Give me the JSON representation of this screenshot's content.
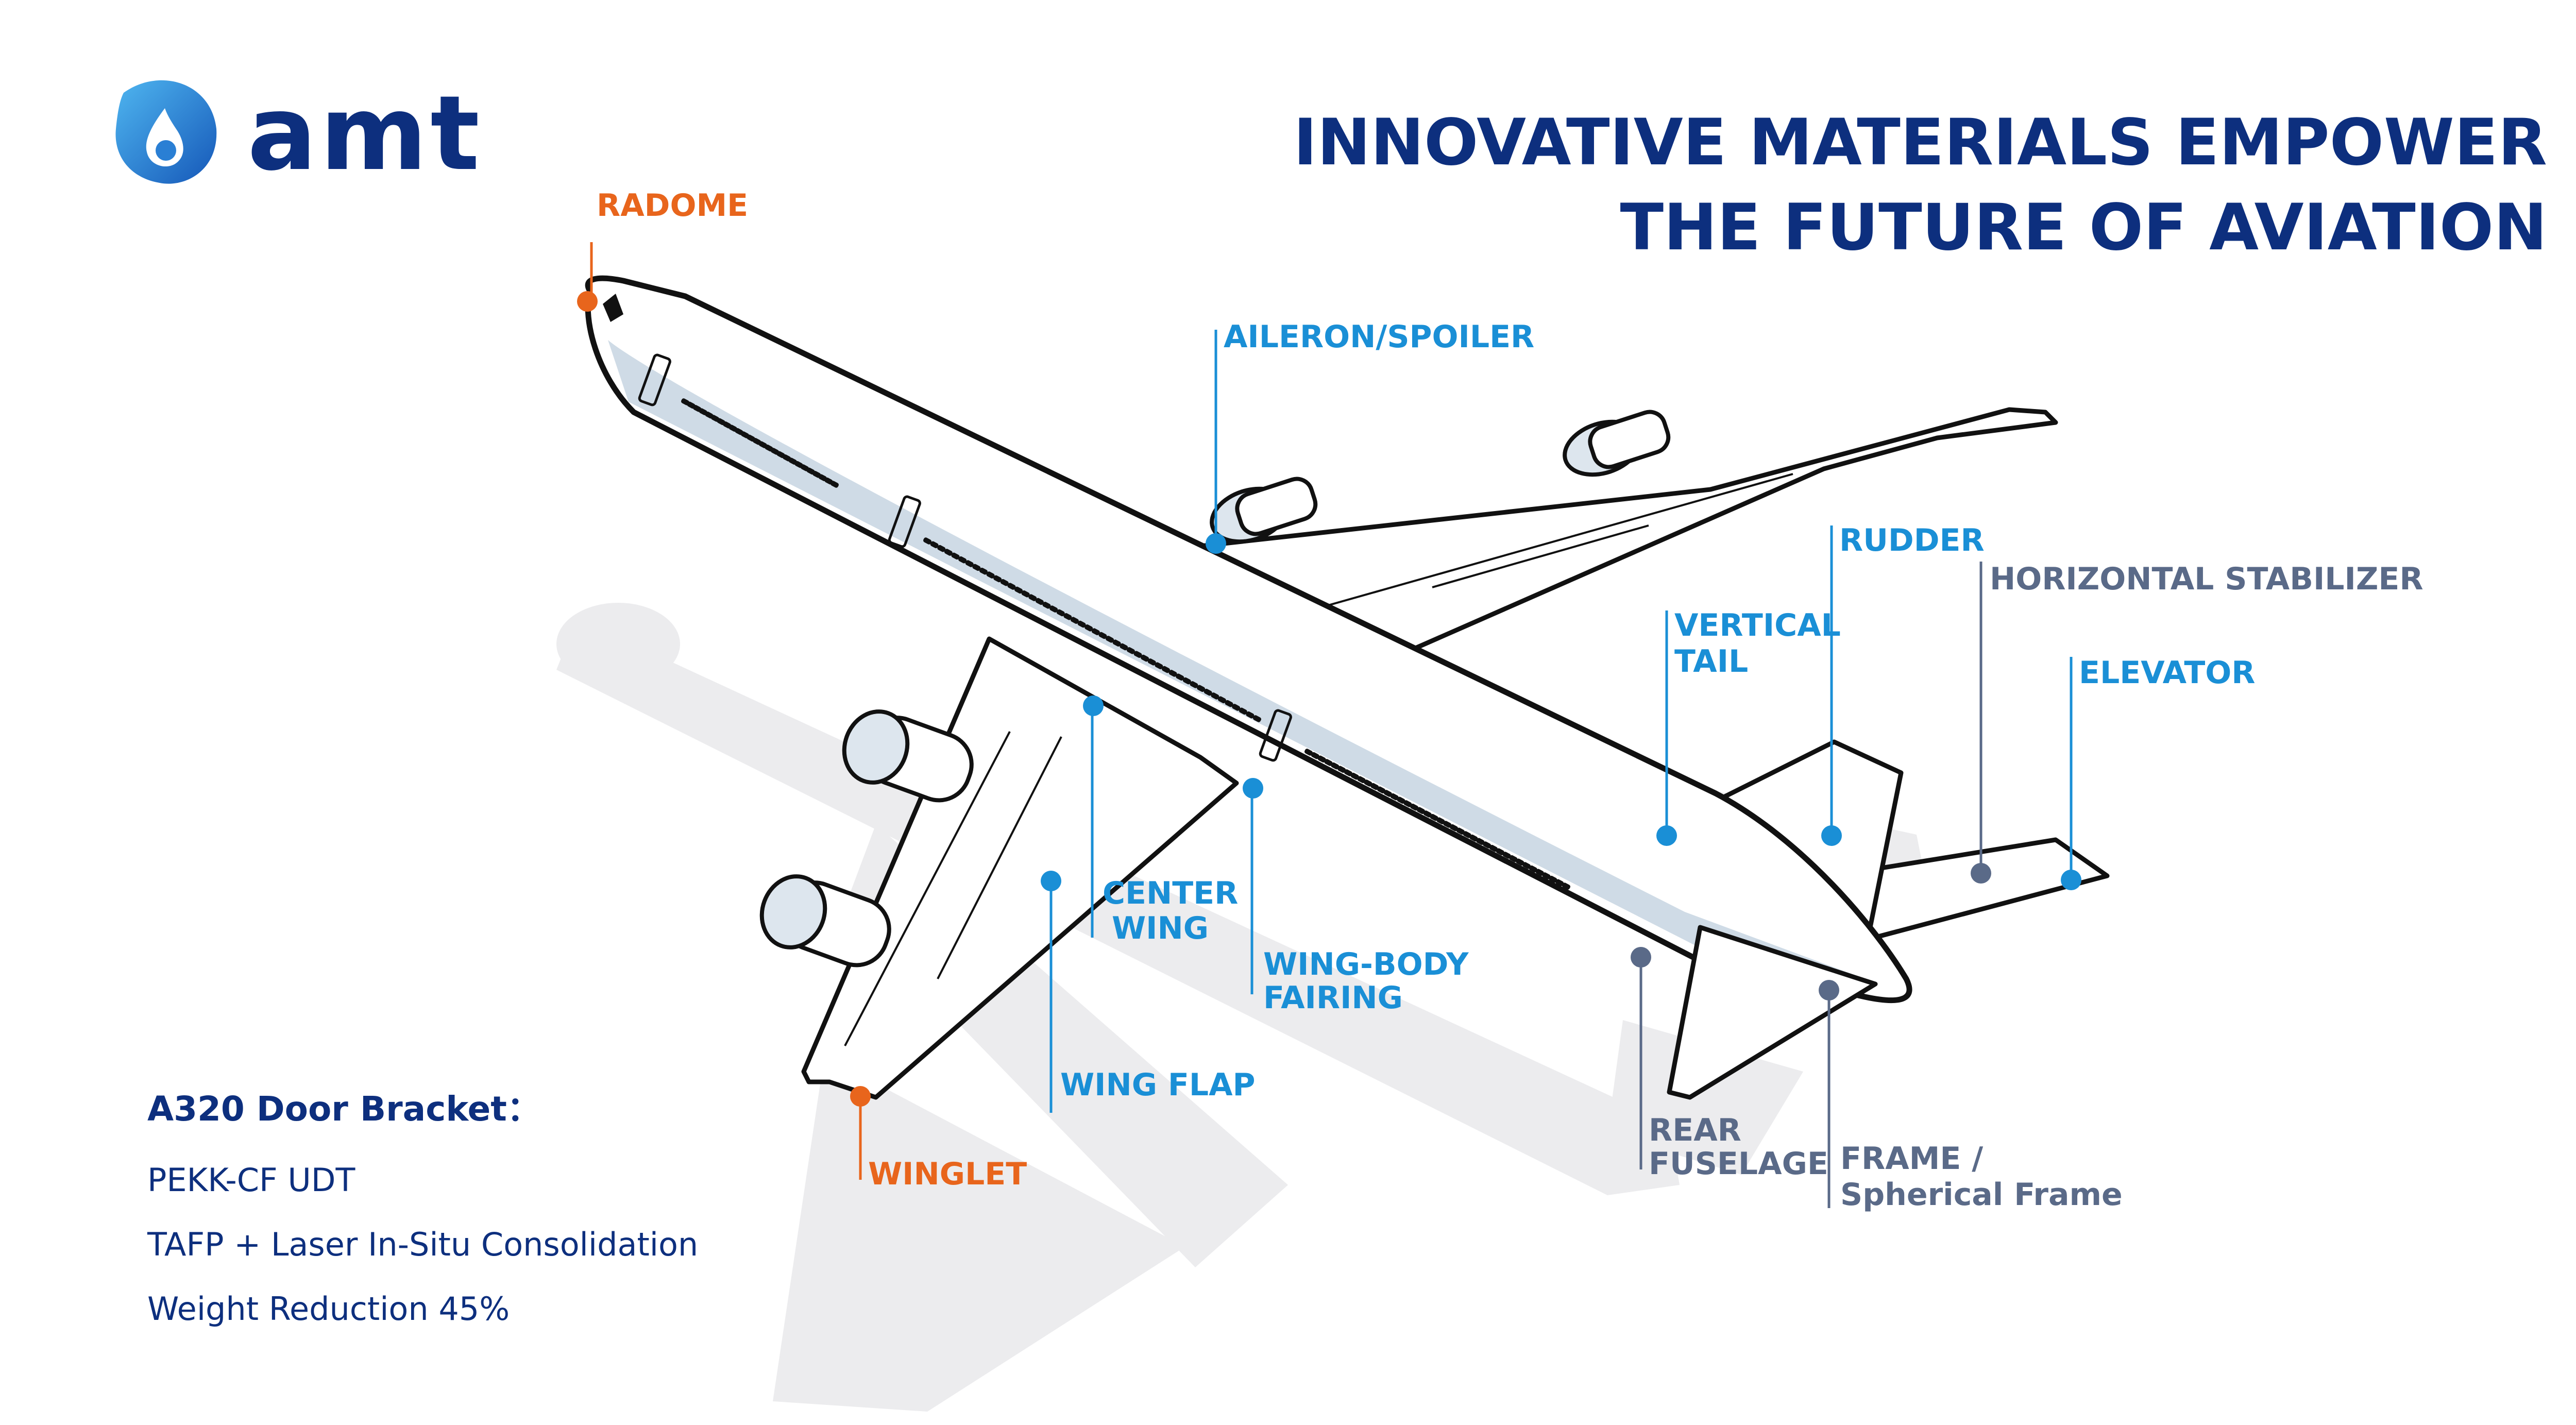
{
  "brand": {
    "name": "amt",
    "colors": {
      "navy": "#0d2f7e",
      "blue": "#1a8fd6",
      "orange": "#e8651c",
      "slate": "#5a6a88",
      "fuselage": "#cfdbe6",
      "shadow": "#ececee"
    }
  },
  "headline": {
    "line1": "INNOVATIVE MATERIALS EMPOWER",
    "line2": "THE FUTURE OF AVIATION"
  },
  "labels": {
    "radome": "RADOME",
    "aileron": "AILERON/SPOILER",
    "rudder": "RUDDER",
    "horizontal_stabilizer": "HORIZONTAL STABILIZER",
    "vertical_tail_1": "VERTICAL",
    "vertical_tail_2": "TAIL",
    "elevator": "ELEVATOR",
    "center_wing_1": "CENTER",
    "center_wing_2": "WING",
    "wing_body_1": "WING-BODY",
    "wing_body_2": "FAIRING",
    "wing_flap": "WING FLAP",
    "winglet": "WINGLET",
    "rear_fuselage_1": "REAR",
    "rear_fuselage_2": "FUSELAGE",
    "frame_1": "FRAME /",
    "frame_2": "Spherical Frame"
  },
  "spec": {
    "title": "A320 Door Bracket：",
    "lines": [
      "PEKK-CF UDT",
      "TAFP + Laser In-Situ Consolidation",
      "Weight Reduction 45%"
    ]
  }
}
